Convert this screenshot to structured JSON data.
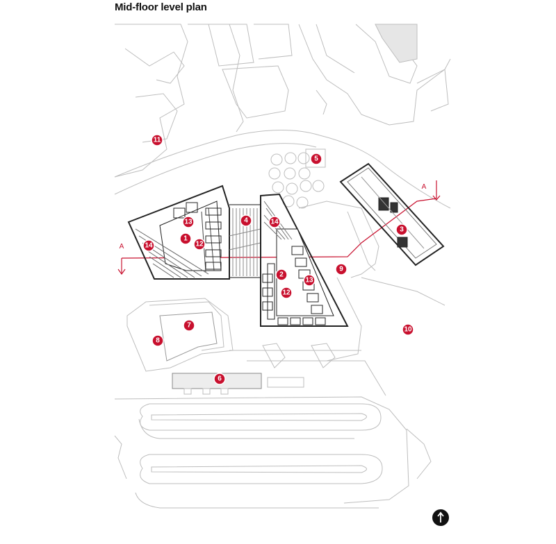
{
  "title": "Mid-floor level plan",
  "accent_color": "#c8102e",
  "markers": [
    {
      "label": "1"
    },
    {
      "label": "2"
    },
    {
      "label": "3"
    },
    {
      "label": "4"
    },
    {
      "label": "5"
    },
    {
      "label": "6"
    },
    {
      "label": "7"
    },
    {
      "label": "8"
    },
    {
      "label": "9"
    },
    {
      "label": "10"
    },
    {
      "label": "11"
    },
    {
      "label": "12"
    },
    {
      "label": "12"
    },
    {
      "label": "13"
    },
    {
      "label": "13"
    },
    {
      "label": "14"
    },
    {
      "label": "14"
    }
  ],
  "section": {
    "left_label": "A",
    "right_label": "A"
  },
  "north_icon": "north-arrow-icon"
}
